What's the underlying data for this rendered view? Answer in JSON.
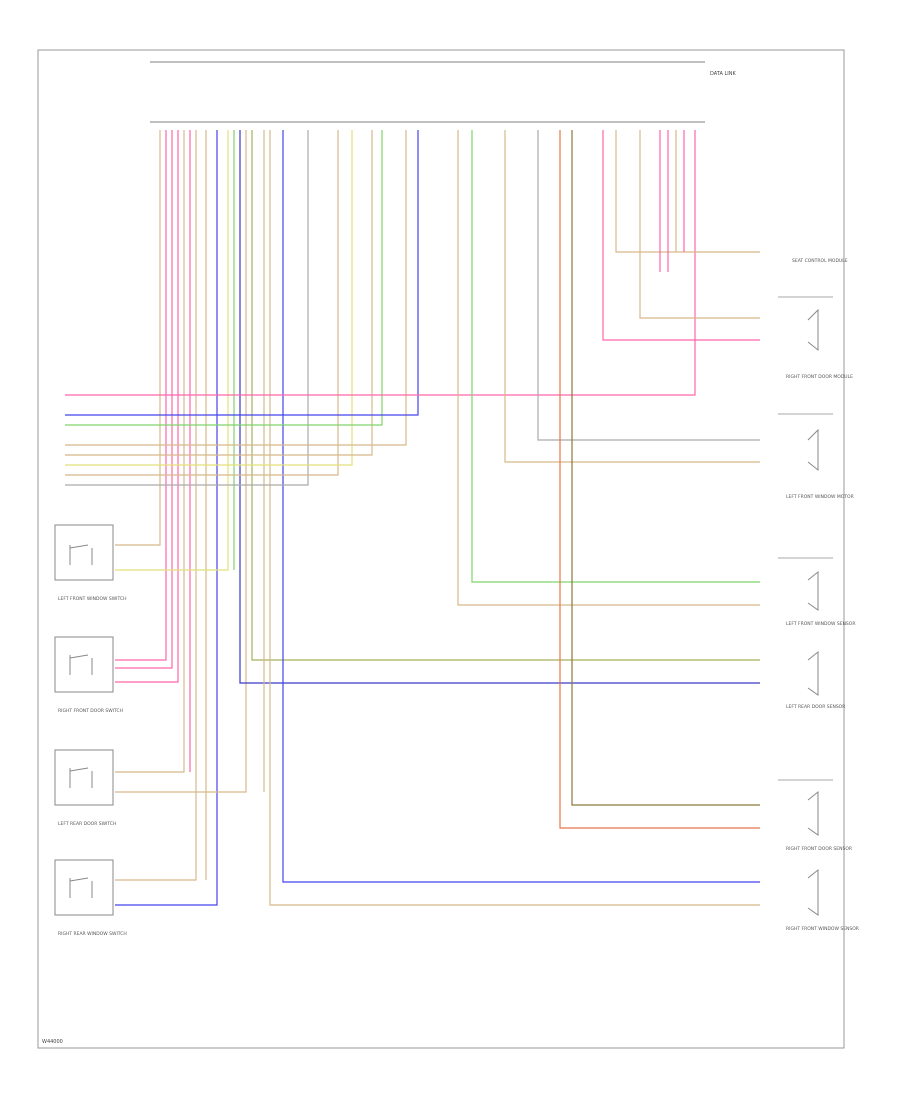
{
  "header": {
    "title": "DATA LINK"
  },
  "footer": {
    "code": "W44000"
  },
  "colors": {
    "tan": "#d6b98a",
    "pink": "#ff66aa",
    "blue": "#4444ee",
    "green": "#7fd46a",
    "yellow": "#e4e07a",
    "orange": "#e8744a",
    "gray": "#aaaaaa",
    "olive": "#a8b05a",
    "brown": "#8a7a3a",
    "navy": "#3a3ac8",
    "lightgreen": "#9fe07f"
  },
  "components": [
    {
      "id": "left-front-window-switch",
      "label": "LEFT FRONT WINDOW SWITCH"
    },
    {
      "id": "right-front-door-switch",
      "label": "RIGHT FRONT DOOR SWITCH"
    },
    {
      "id": "left-rear-door-switch",
      "label": "LEFT REAR DOOR SWITCH"
    },
    {
      "id": "right-rear-window-switch",
      "label": "RIGHT REAR WINDOW SWITCH"
    },
    {
      "id": "seat-control-module",
      "label": "SEAT CONTROL MODULE"
    },
    {
      "id": "right-front-door-module",
      "label": "RIGHT FRONT DOOR MODULE"
    },
    {
      "id": "left-front-window-motor",
      "label": "LEFT FRONT WINDOW MOTOR"
    },
    {
      "id": "left-front-window-sensor",
      "label": "LEFT FRONT WINDOW SENSOR"
    },
    {
      "id": "left-rear-door-sensor",
      "label": "LEFT REAR DOOR SENSOR"
    },
    {
      "id": "right-front-door-sensor",
      "label": "RIGHT FRONT DOOR SENSOR"
    },
    {
      "id": "right-front-window-sensor",
      "label": "RIGHT FRONT WINDOW SENSOR"
    }
  ]
}
